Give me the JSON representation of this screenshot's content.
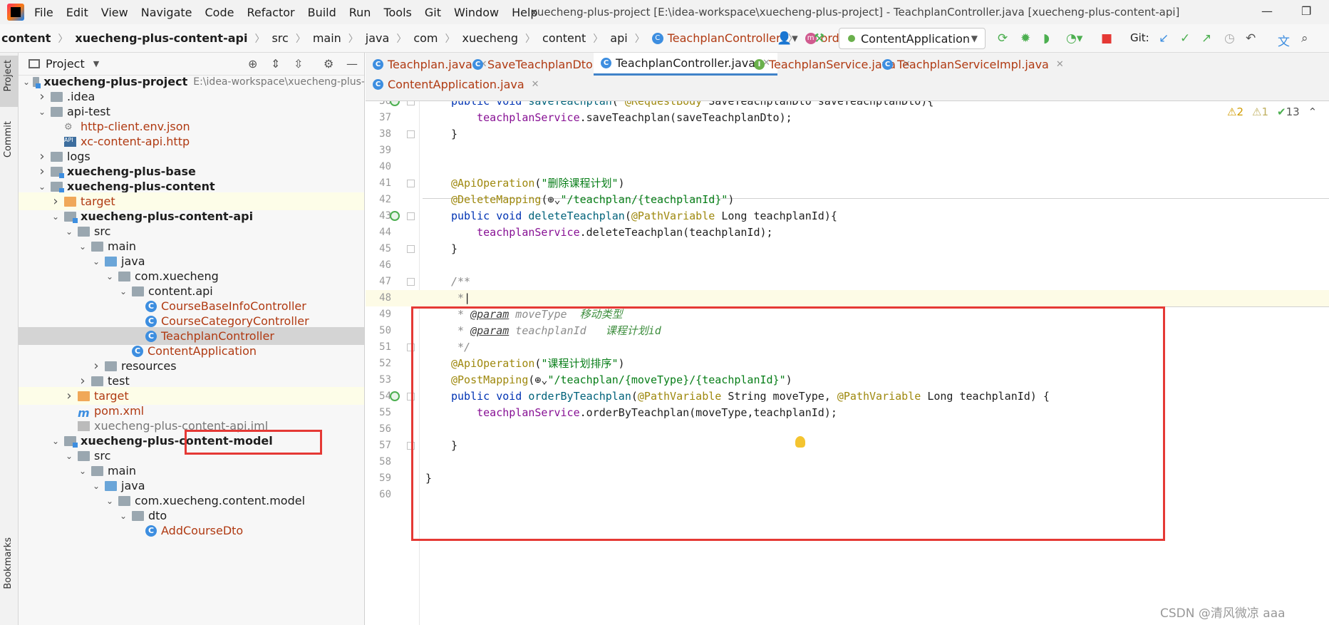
{
  "window": {
    "title": "xuecheng-plus-project [E:\\idea-workspace\\xuecheng-plus-project] - TeachplanController.java [xuecheng-plus-content-api]",
    "minimize": "—",
    "maximize": "❐"
  },
  "menu": [
    "File",
    "Edit",
    "View",
    "Navigate",
    "Code",
    "Refactor",
    "Build",
    "Run",
    "Tools",
    "Git",
    "Window",
    "Help"
  ],
  "breadcrumb": [
    "content",
    "xuecheng-plus-content-api",
    "src",
    "main",
    "java",
    "com",
    "xuecheng",
    "content",
    "api",
    "TeachplanController",
    "orderByTeachplan"
  ],
  "toolbar": {
    "run_config": "ContentApplication",
    "git_label": "Git:"
  },
  "project": {
    "header": "Project"
  },
  "strip": {
    "project": "Project",
    "commit": "Commit",
    "bookmarks": "Bookmarks"
  },
  "tree": [
    {
      "label": "xuecheng-plus-project",
      "suffix": "E:\\idea-workspace\\xuecheng-plus-",
      "indent": 0,
      "arrow": "v",
      "icon": "folder-mod",
      "style": "bold"
    },
    {
      "label": ".idea",
      "indent": 1,
      "arrow": ">",
      "icon": "folder"
    },
    {
      "label": "api-test",
      "indent": 1,
      "arrow": "v",
      "icon": "folder"
    },
    {
      "label": "http-client.env.json",
      "indent": 2,
      "arrow": "",
      "icon": "json",
      "style": "red"
    },
    {
      "label": "xc-content-api.http",
      "indent": 2,
      "arrow": "",
      "icon": "api",
      "style": "red"
    },
    {
      "label": "logs",
      "indent": 1,
      "arrow": ">",
      "icon": "folder"
    },
    {
      "label": "xuecheng-plus-base",
      "indent": 1,
      "arrow": ">",
      "icon": "folder-mod",
      "style": "bold"
    },
    {
      "label": "xuecheng-plus-content",
      "indent": 1,
      "arrow": "v",
      "icon": "folder-mod",
      "style": "bold"
    },
    {
      "label": "target",
      "indent": 2,
      "arrow": ">",
      "icon": "folder-orange",
      "style": "red",
      "row": "hl"
    },
    {
      "label": "xuecheng-plus-content-api",
      "indent": 2,
      "arrow": "v",
      "icon": "folder-mod",
      "style": "bold"
    },
    {
      "label": "src",
      "indent": 3,
      "arrow": "v",
      "icon": "folder"
    },
    {
      "label": "main",
      "indent": 4,
      "arrow": "v",
      "icon": "folder"
    },
    {
      "label": "java",
      "indent": 5,
      "arrow": "v",
      "icon": "folder-blue"
    },
    {
      "label": "com.xuecheng",
      "indent": 6,
      "arrow": "v",
      "icon": "folder"
    },
    {
      "label": "content.api",
      "indent": 7,
      "arrow": "v",
      "icon": "folder"
    },
    {
      "label": "CourseBaseInfoController",
      "indent": 8,
      "arrow": "",
      "icon": "class",
      "style": "red"
    },
    {
      "label": "CourseCategoryController",
      "indent": 8,
      "arrow": "",
      "icon": "class",
      "style": "red"
    },
    {
      "label": "TeachplanController",
      "indent": 8,
      "arrow": "",
      "icon": "class",
      "style": "red",
      "row": "sel"
    },
    {
      "label": "ContentApplication",
      "indent": 7,
      "arrow": "",
      "icon": "class",
      "style": "red"
    },
    {
      "label": "resources",
      "indent": 5,
      "arrow": ">",
      "icon": "folder"
    },
    {
      "label": "test",
      "indent": 4,
      "arrow": ">",
      "icon": "folder"
    },
    {
      "label": "target",
      "indent": 3,
      "arrow": ">",
      "icon": "folder-orange",
      "style": "red",
      "row": "hl"
    },
    {
      "label": "pom.xml",
      "indent": 3,
      "arrow": "",
      "icon": "maven",
      "style": "red"
    },
    {
      "label": "xuecheng-plus-content-api.iml",
      "indent": 3,
      "arrow": "",
      "icon": "iml",
      "style": "grey"
    },
    {
      "label": "xuecheng-plus-content-model",
      "indent": 2,
      "arrow": "v",
      "icon": "folder-mod",
      "style": "bold"
    },
    {
      "label": "src",
      "indent": 3,
      "arrow": "v",
      "icon": "folder"
    },
    {
      "label": "main",
      "indent": 4,
      "arrow": "v",
      "icon": "folder"
    },
    {
      "label": "java",
      "indent": 5,
      "arrow": "v",
      "icon": "folder-blue"
    },
    {
      "label": "com.xuecheng.content.model",
      "indent": 6,
      "arrow": "v",
      "icon": "folder"
    },
    {
      "label": "dto",
      "indent": 7,
      "arrow": "v",
      "icon": "folder"
    },
    {
      "label": "AddCourseDto",
      "indent": 8,
      "arrow": "",
      "icon": "class",
      "style": "red"
    }
  ],
  "tabs": [
    {
      "label": "Teachplan.java",
      "icon": "C"
    },
    {
      "label": "SaveTeachplanDto.java",
      "icon": "C"
    },
    {
      "label": "TeachplanController.java",
      "icon": "C",
      "active": true
    },
    {
      "label": "TeachplanService.java",
      "icon": "I"
    },
    {
      "label": "TeachplanServiceImpl.java",
      "icon": "C"
    },
    {
      "label": "ContentApplication.java",
      "icon": "C"
    }
  ],
  "inspections": {
    "warn_a": "2",
    "warn_b": "1",
    "ok": "13"
  },
  "code": [
    {
      "n": "36",
      "tokens": [
        [
          "kw",
          "public void "
        ],
        [
          "fn",
          "saveTeachplan"
        ],
        [
          "",
          "( "
        ],
        [
          "ann",
          "@RequestBody "
        ],
        [
          "",
          "SaveTeachplanDto saveTeachplanDto){"
        ]
      ],
      "gutter": true,
      "fold": true
    },
    {
      "n": "37",
      "tokens": [
        [
          "",
          "    "
        ],
        [
          "fld",
          "teachplanService"
        ],
        [
          "",
          ".saveTeachplan(saveTeachplanDto);"
        ]
      ]
    },
    {
      "n": "38",
      "tokens": [
        [
          "",
          "}"
        ]
      ],
      "fold": true
    },
    {
      "n": "39",
      "tokens": []
    },
    {
      "n": "40",
      "tokens": []
    },
    {
      "n": "41",
      "tokens": [
        [
          "ann",
          "@ApiOperation"
        ],
        [
          "",
          "("
        ],
        [
          "str",
          "\"删除课程计划\""
        ],
        [
          "",
          ")"
        ]
      ],
      "fold": true
    },
    {
      "n": "42",
      "tokens": [
        [
          "ann",
          "@DeleteMapping"
        ],
        [
          "",
          "(⊕⌄"
        ],
        [
          "str",
          "\"/teachplan/{teachplanId}\""
        ],
        [
          "",
          ")"
        ]
      ]
    },
    {
      "n": "43",
      "tokens": [
        [
          "kw",
          "public void "
        ],
        [
          "fn",
          "deleteTeachplan"
        ],
        [
          "",
          "("
        ],
        [
          "ann",
          "@PathVariable "
        ],
        [
          "",
          "Long teachplanId){"
        ]
      ],
      "gutter": true,
      "fold": true
    },
    {
      "n": "44",
      "tokens": [
        [
          "",
          "    "
        ],
        [
          "fld",
          "teachplanService"
        ],
        [
          "",
          ".deleteTeachplan(teachplanId);"
        ]
      ]
    },
    {
      "n": "45",
      "tokens": [
        [
          "",
          "}"
        ]
      ],
      "fold": true
    },
    {
      "n": "46",
      "tokens": []
    },
    {
      "n": "47",
      "tokens": [
        [
          "doc",
          "/**"
        ]
      ],
      "fold": true
    },
    {
      "n": "48",
      "tokens": [
        [
          "doc",
          " *"
        ],
        [
          "",
          "|"
        ]
      ],
      "cur": true
    },
    {
      "n": "49",
      "tokens": [
        [
          "doc",
          " * "
        ],
        [
          "doctag",
          "@param"
        ],
        [
          "doc",
          " moveType  "
        ],
        [
          "docgreen",
          "移动类型"
        ]
      ]
    },
    {
      "n": "50",
      "tokens": [
        [
          "doc",
          " * "
        ],
        [
          "doctag",
          "@param"
        ],
        [
          "doc",
          " teachplanId   "
        ],
        [
          "docgreen",
          "课程计划id"
        ]
      ]
    },
    {
      "n": "51",
      "tokens": [
        [
          "doc",
          " */"
        ]
      ],
      "fold": true
    },
    {
      "n": "52",
      "tokens": [
        [
          "ann",
          "@ApiOperation"
        ],
        [
          "",
          "("
        ],
        [
          "str",
          "\"课程计划排序\""
        ],
        [
          "",
          ")"
        ]
      ]
    },
    {
      "n": "53",
      "tokens": [
        [
          "ann",
          "@PostMapping"
        ],
        [
          "",
          "(⊕⌄"
        ],
        [
          "str",
          "\"/teachplan/{moveType}/{teachplanId}\""
        ],
        [
          "",
          ")"
        ]
      ]
    },
    {
      "n": "54",
      "tokens": [
        [
          "kw",
          "public void "
        ],
        [
          "fn",
          "orderByTeachplan"
        ],
        [
          "",
          "("
        ],
        [
          "ann",
          "@PathVariable "
        ],
        [
          "",
          "String moveType, "
        ],
        [
          "ann",
          "@PathVariable "
        ],
        [
          "",
          "Long teachplanId) {"
        ]
      ],
      "gutter": true,
      "fold": true
    },
    {
      "n": "55",
      "tokens": [
        [
          "",
          "    "
        ],
        [
          "fld",
          "teachplanService"
        ],
        [
          "",
          ".orderByTeachplan(moveType,teachplanId);"
        ]
      ]
    },
    {
      "n": "56",
      "tokens": []
    },
    {
      "n": "57",
      "tokens": [
        [
          "",
          "}"
        ]
      ],
      "fold": true
    },
    {
      "n": "58",
      "tokens": []
    },
    {
      "n": "59",
      "tokens": [
        [
          "",
          "}"
        ]
      ],
      "outdent": true
    },
    {
      "n": "60",
      "tokens": []
    }
  ],
  "watermark": "CSDN @清风微凉 aaa"
}
